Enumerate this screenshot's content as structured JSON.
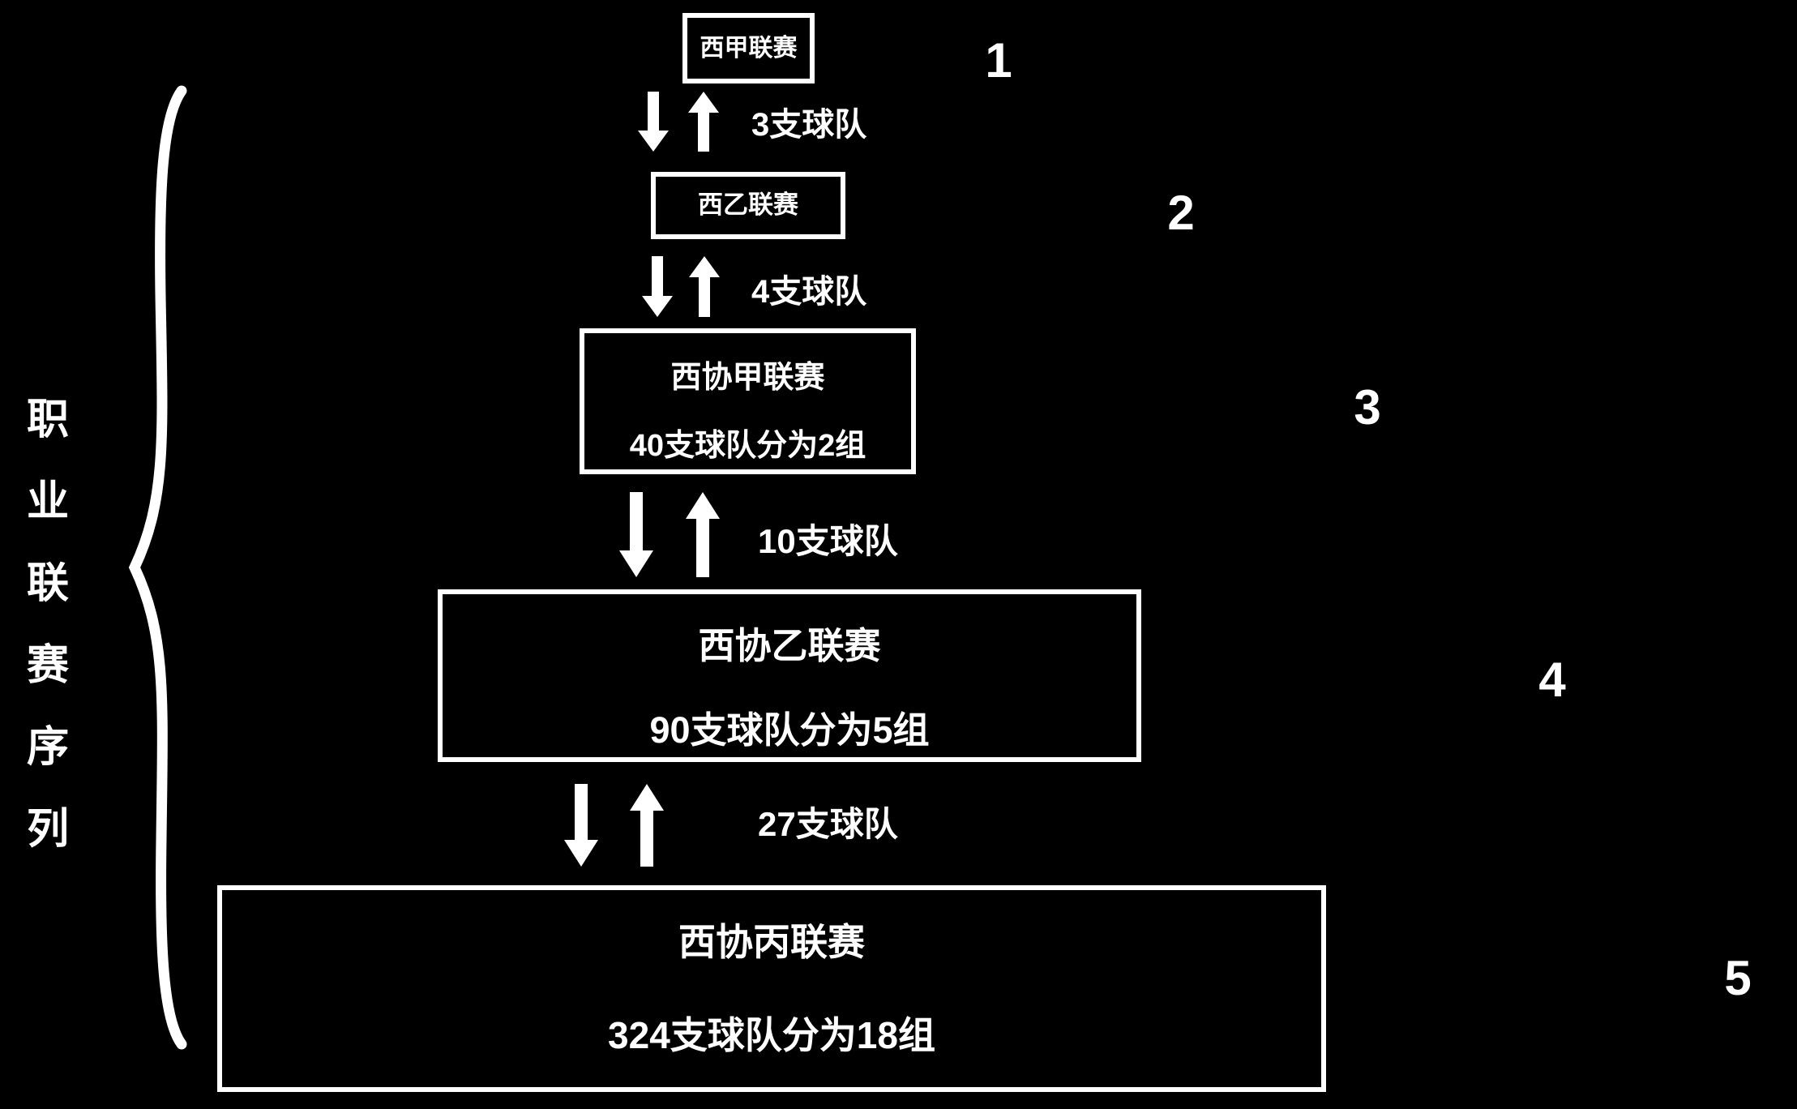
{
  "colors": {
    "background": "#000000",
    "foreground": "#ffffff"
  },
  "side_label": {
    "text": "职业联赛序列",
    "chars": [
      "职",
      "业",
      "联",
      "赛",
      "序",
      "列"
    ]
  },
  "levels": [
    {
      "rank": "1",
      "title": "西甲联赛",
      "subtitle": ""
    },
    {
      "rank": "2",
      "title": "西乙联赛",
      "subtitle": ""
    },
    {
      "rank": "3",
      "title": "西协甲联赛",
      "subtitle": "40支球队分为2组"
    },
    {
      "rank": "4",
      "title": "西协乙联赛",
      "subtitle": "90支球队分为5组"
    },
    {
      "rank": "5",
      "title": "西协丙联赛",
      "subtitle": "324支球队分为18组"
    }
  ],
  "exchanges": [
    {
      "label": "3支球队"
    },
    {
      "label": "4支球队"
    },
    {
      "label": "10支球队"
    },
    {
      "label": "27支球队"
    }
  ]
}
